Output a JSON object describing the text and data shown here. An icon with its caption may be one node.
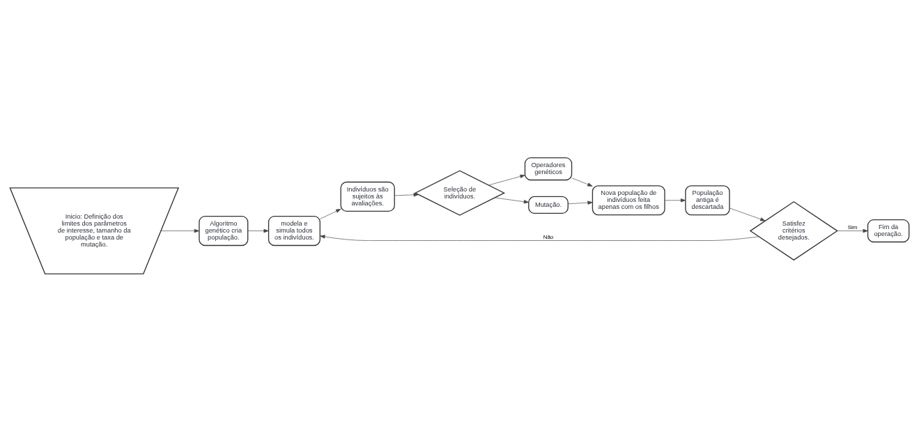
{
  "diagram": {
    "nodes": [
      {
        "text": [
          "Inicio: Definição dos limites dos parâmetros de interesse, tamanho da população e taxa de mutação."
        ]
      },
      {
        "text": [
          "Algoritmo genético cria população."
        ]
      },
      {
        "text": [
          "modela e simula todos os indivíduos."
        ]
      },
      {
        "text": [
          "Indivíduos são sujeitos às avaliações."
        ]
      },
      {
        "text": [
          "Seleção de indivíduos."
        ]
      },
      {
        "text": [
          "Operadores genéticos"
        ]
      },
      {
        "text": [
          "Mutação."
        ]
      },
      {
        "text": [
          "Nova população de indivíduos feita apenas com os filhos"
        ]
      },
      {
        "text": [
          "População antiga é descartada"
        ]
      },
      {
        "text": [
          "Satisfez critérios desejados."
        ]
      },
      {
        "text": [
          "Fim da operação."
        ]
      }
    ],
    "edges": [
      {
        "from": 0,
        "to": 1,
        "arrow": "to"
      },
      {
        "from": 1,
        "to": 2,
        "arrow": "to"
      },
      {
        "from": 2,
        "to": 3,
        "arrow": "to"
      },
      {
        "from": 3,
        "to": 4,
        "arrow": "to"
      },
      {
        "from": 4,
        "to": 5,
        "arrow": "to"
      },
      {
        "from": 4,
        "to": 6,
        "arrow": "to"
      },
      {
        "from": 5,
        "to": 7,
        "arrow": "to"
      },
      {
        "from": 6,
        "to": 7,
        "arrow": "to"
      },
      {
        "from": 7,
        "to": 8,
        "arrow": "to"
      },
      {
        "from": 8,
        "to": 9,
        "arrow": "to"
      },
      {
        "from": 9,
        "to": 10,
        "label": "Sim",
        "arrow": "to"
      },
      {
        "from": 9,
        "to": 2,
        "label": "Não",
        "arrow": "to"
      }
    ]
  }
}
